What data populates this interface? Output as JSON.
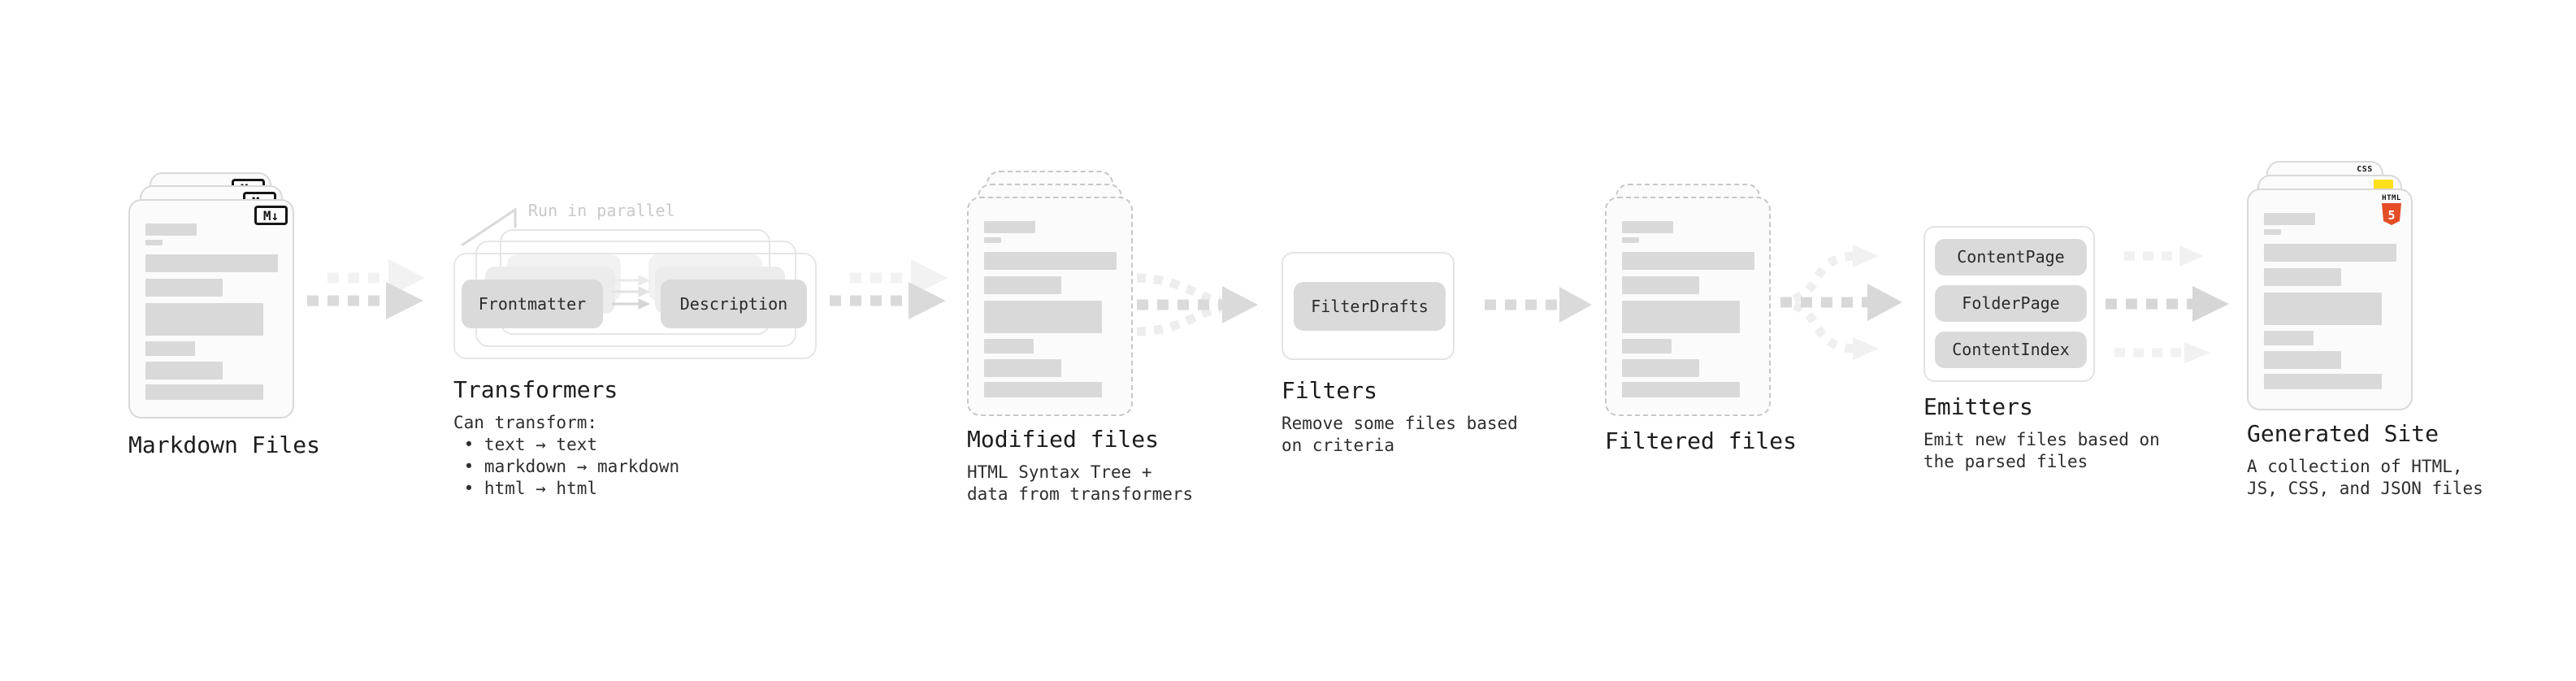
{
  "stages": {
    "markdown": {
      "label": "Markdown Files",
      "badge": "M↓"
    },
    "transformers": {
      "label": "Transformers",
      "annotation": "Run in parallel",
      "pill_left": "Frontmatter",
      "pill_right": "Description",
      "caption": [
        "Can transform:",
        " • text → text",
        " • markdown → markdown",
        " • html → html"
      ]
    },
    "modified": {
      "label": "Modified files",
      "caption": [
        "HTML Syntax Tree +",
        "data from transformers"
      ]
    },
    "filters": {
      "label": "Filters",
      "pill": "FilterDrafts",
      "caption": [
        "Remove some files based",
        "on criteria"
      ]
    },
    "filtered": {
      "label": "Filtered files"
    },
    "emitters": {
      "label": "Emitters",
      "pills": [
        "ContentPage",
        "FolderPage",
        "ContentIndex"
      ],
      "caption": [
        "Emit new files based on",
        "the parsed files"
      ]
    },
    "generated": {
      "label": "Generated Site",
      "caption": [
        "A collection of HTML,",
        "JS, CSS, and JSON files"
      ],
      "badge_css": "CSS",
      "badge_html_text": "HTML",
      "badge_html_number": "5"
    }
  },
  "colors": {
    "html5_orange": "#e44d26",
    "js_yellow": "#ffe01a",
    "css_blue": "#2760e8"
  }
}
